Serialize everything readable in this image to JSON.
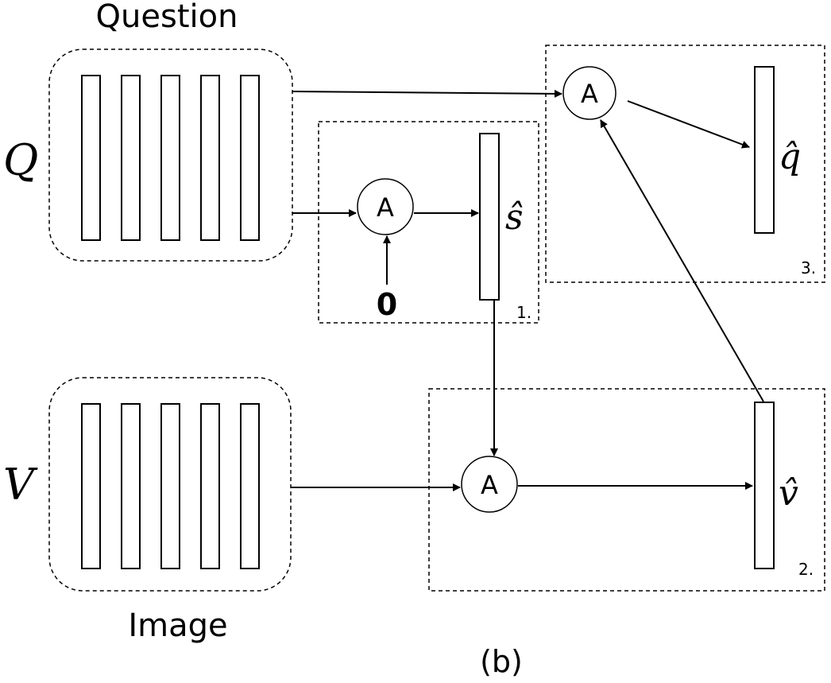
{
  "labels": {
    "question": "Question",
    "image": "Image",
    "q_symbol": "Q",
    "v_symbol": "V",
    "caption": "(b)"
  },
  "attention": {
    "node_label": "A",
    "zero_input": "0"
  },
  "outputs": {
    "s_hat": "ŝ",
    "q_hat": "q̂",
    "v_hat": "v̂"
  },
  "steps": {
    "step1": "1.",
    "step2": "2.",
    "step3": "3."
  }
}
